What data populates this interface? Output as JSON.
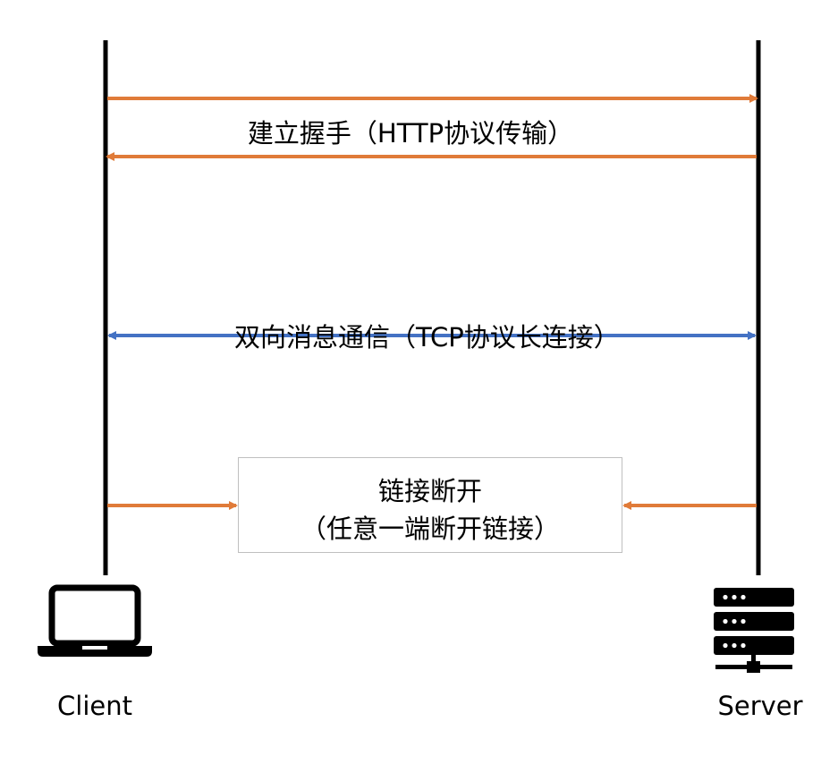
{
  "handshake": {
    "label": "建立握手（HTTP协议传输）"
  },
  "duplex": {
    "label": "双向消息通信（TCP协议长连接）"
  },
  "close": {
    "line1": "链接断开",
    "line2": "（任意一端断开链接）"
  },
  "actors": {
    "client": "Client",
    "server": "Server"
  },
  "colors": {
    "orange": "#E07B39",
    "blue": "#4472C4",
    "line": "#000000",
    "box_border": "#BFBFBF"
  },
  "icons": {
    "client": "laptop-icon",
    "server": "server-rack-icon"
  }
}
